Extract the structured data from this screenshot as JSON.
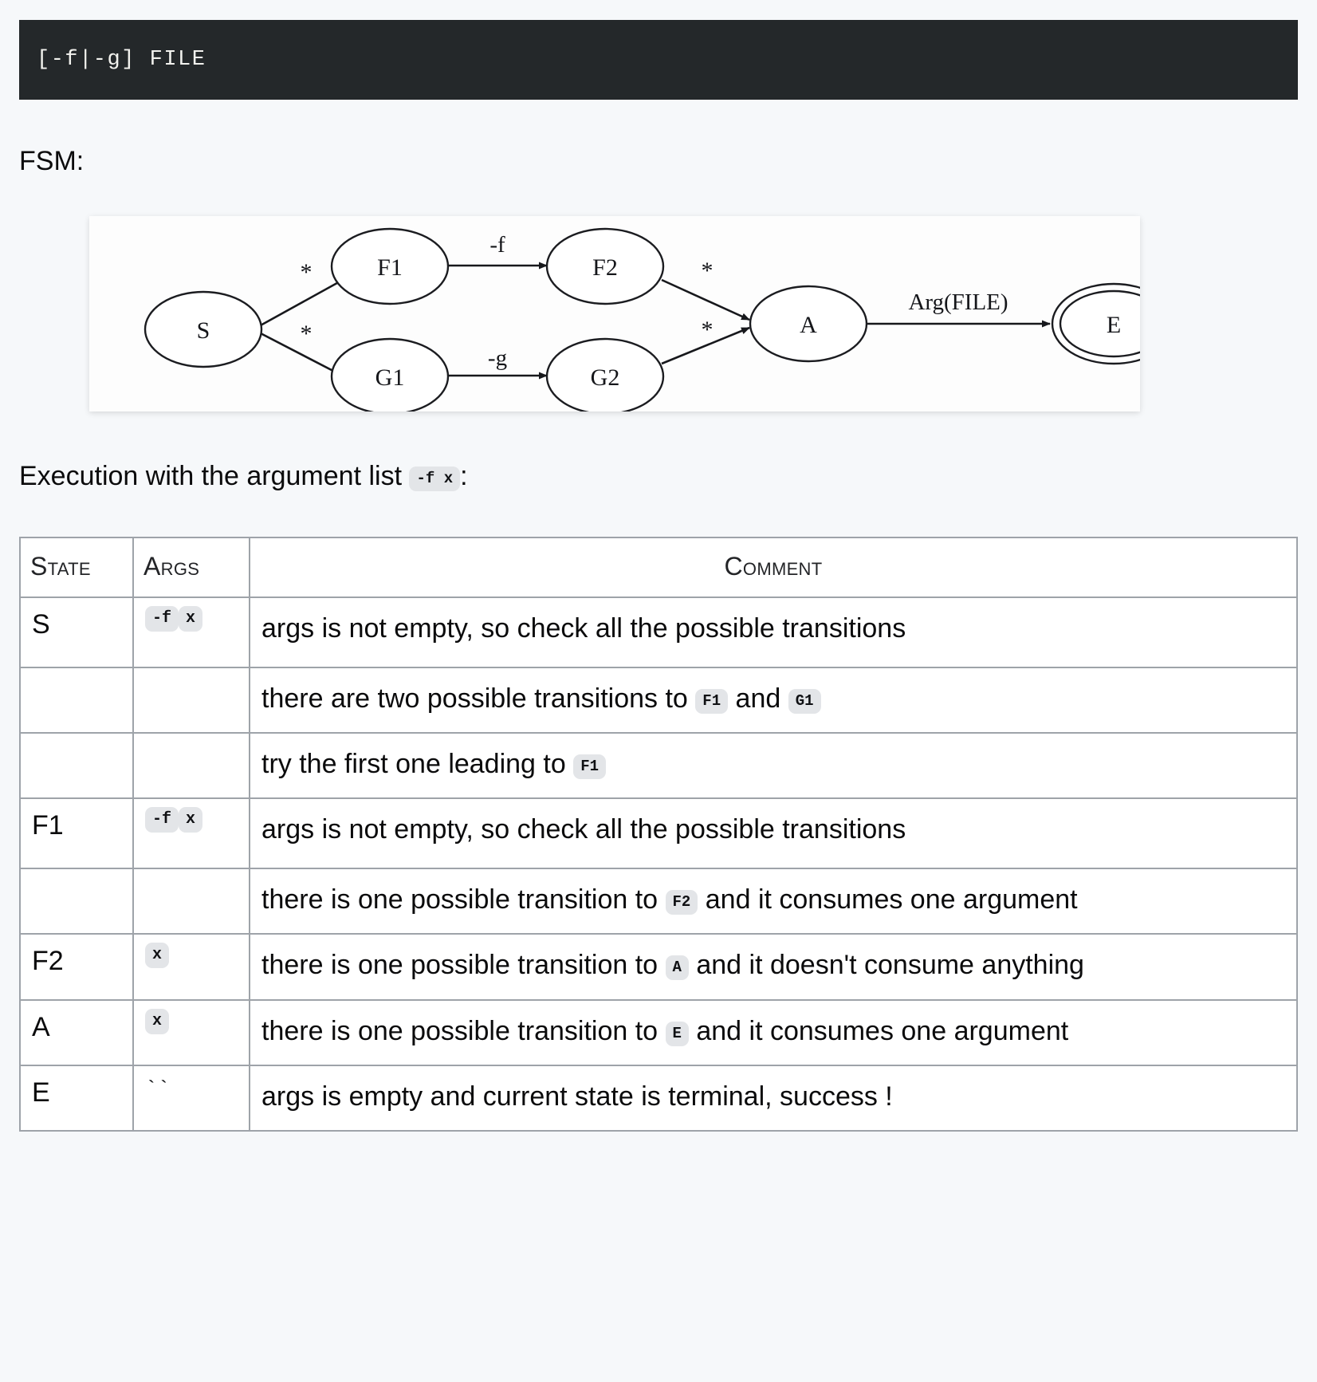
{
  "code_block": {
    "content": "[-f|-g] FILE"
  },
  "fsm_section": {
    "label": "FSM:",
    "diagram": {
      "nodes": [
        {
          "id": "S",
          "label": "S",
          "terminal": false
        },
        {
          "id": "F1",
          "label": "F1",
          "terminal": false
        },
        {
          "id": "F2",
          "label": "F2",
          "terminal": false
        },
        {
          "id": "G1",
          "label": "G1",
          "terminal": false
        },
        {
          "id": "G2",
          "label": "G2",
          "terminal": false
        },
        {
          "id": "A",
          "label": "A",
          "terminal": false
        },
        {
          "id": "E",
          "label": "E",
          "terminal": true
        }
      ],
      "edges": [
        {
          "from": "S",
          "to": "F1",
          "label": "*"
        },
        {
          "from": "S",
          "to": "G1",
          "label": "*"
        },
        {
          "from": "F1",
          "to": "F2",
          "label": "-f"
        },
        {
          "from": "G1",
          "to": "G2",
          "label": "-g"
        },
        {
          "from": "F2",
          "to": "A",
          "label": "*"
        },
        {
          "from": "G2",
          "to": "A",
          "label": "*"
        },
        {
          "from": "A",
          "to": "E",
          "label": "Arg(FILE)"
        }
      ]
    }
  },
  "execution": {
    "intro_prefix": "Execution with the argument list",
    "intro_code": "-f x",
    "intro_suffix": ":"
  },
  "table": {
    "headers": {
      "state": "State",
      "args": "Args",
      "comment": "Comment"
    },
    "rows": [
      {
        "state": "S",
        "args": [
          "-f",
          "x"
        ],
        "comment_parts": [
          {
            "type": "text",
            "value": "args is not empty, so check all the possible transitions"
          }
        ]
      },
      {
        "state": "",
        "args": [],
        "comment_parts": [
          {
            "type": "text",
            "value": "there are two possible transitions to "
          },
          {
            "type": "code",
            "value": "F1"
          },
          {
            "type": "text",
            "value": " and "
          },
          {
            "type": "code",
            "value": "G1"
          }
        ]
      },
      {
        "state": "",
        "args": [],
        "comment_parts": [
          {
            "type": "text",
            "value": "try the first one leading to "
          },
          {
            "type": "code",
            "value": "F1"
          }
        ]
      },
      {
        "state": "F1",
        "args": [
          "-f",
          "x"
        ],
        "comment_parts": [
          {
            "type": "text",
            "value": "args is not empty, so check all the possible transitions"
          }
        ]
      },
      {
        "state": "",
        "args": [],
        "comment_parts": [
          {
            "type": "text",
            "value": "there is one possible transition to "
          },
          {
            "type": "code",
            "value": "F2"
          },
          {
            "type": "text",
            "value": " and it consumes one argument"
          }
        ]
      },
      {
        "state": "F2",
        "args": [
          "x"
        ],
        "comment_parts": [
          {
            "type": "text",
            "value": "there is one possible transition to "
          },
          {
            "type": "code",
            "value": "A"
          },
          {
            "type": "text",
            "value": " and it doesn't consume anything"
          }
        ]
      },
      {
        "state": "A",
        "args": [
          "x"
        ],
        "comment_parts": [
          {
            "type": "text",
            "value": "there is one possible transition to "
          },
          {
            "type": "code",
            "value": "E"
          },
          {
            "type": "text",
            "value": " and it consumes one argument"
          }
        ]
      },
      {
        "state": "E",
        "args_plain": "``",
        "args": [],
        "comment_parts": [
          {
            "type": "text",
            "value": "args is empty and current state is terminal, success !"
          }
        ]
      }
    ]
  },
  "colors": {
    "page_background": "#f6f8fa",
    "code_block_background": "#24282a",
    "code_block_text": "#f2f2ee",
    "chip_background": "#e3e5e8",
    "table_border": "#9ea3a9",
    "text": "#0b0b0c",
    "figure_background": "#fdfdfd"
  }
}
